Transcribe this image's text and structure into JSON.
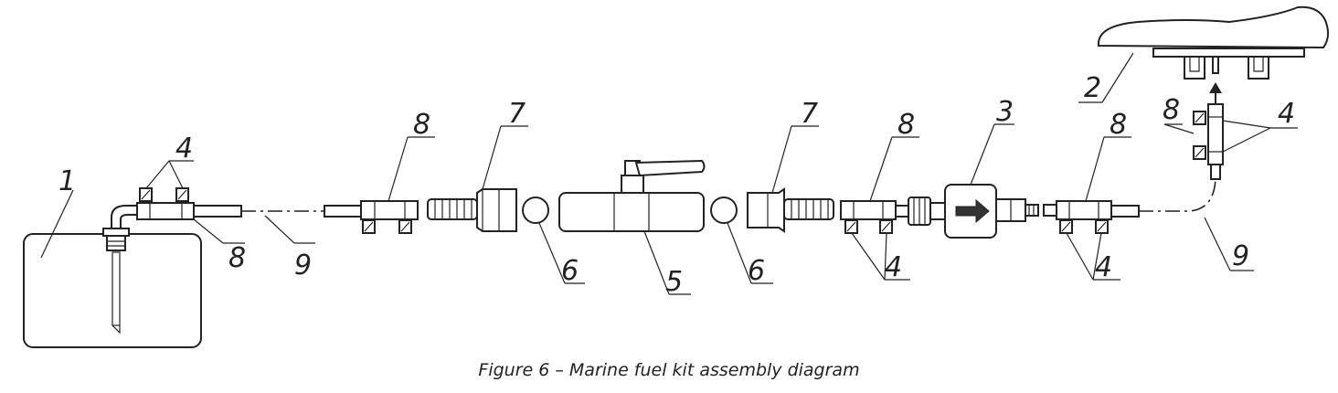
{
  "figure": {
    "caption": "Figure 6 – Marine fuel kit assembly diagram"
  },
  "callouts": {
    "tank": "1",
    "engine": "2",
    "filter": "3",
    "clamp_tank": "4",
    "clamp_engine": "4",
    "clamp_mid": "4",
    "clamp_right": "4",
    "valve": "5",
    "ring_left": "6",
    "ring_right": "6",
    "nipple_left": "7",
    "nipple_right": "7",
    "fitting_tank": "8",
    "fitting_left": "8",
    "fitting_mid": "8",
    "fitting_right": "8",
    "fitting_engine": "8",
    "hose_left": "9",
    "hose_right": "9"
  }
}
